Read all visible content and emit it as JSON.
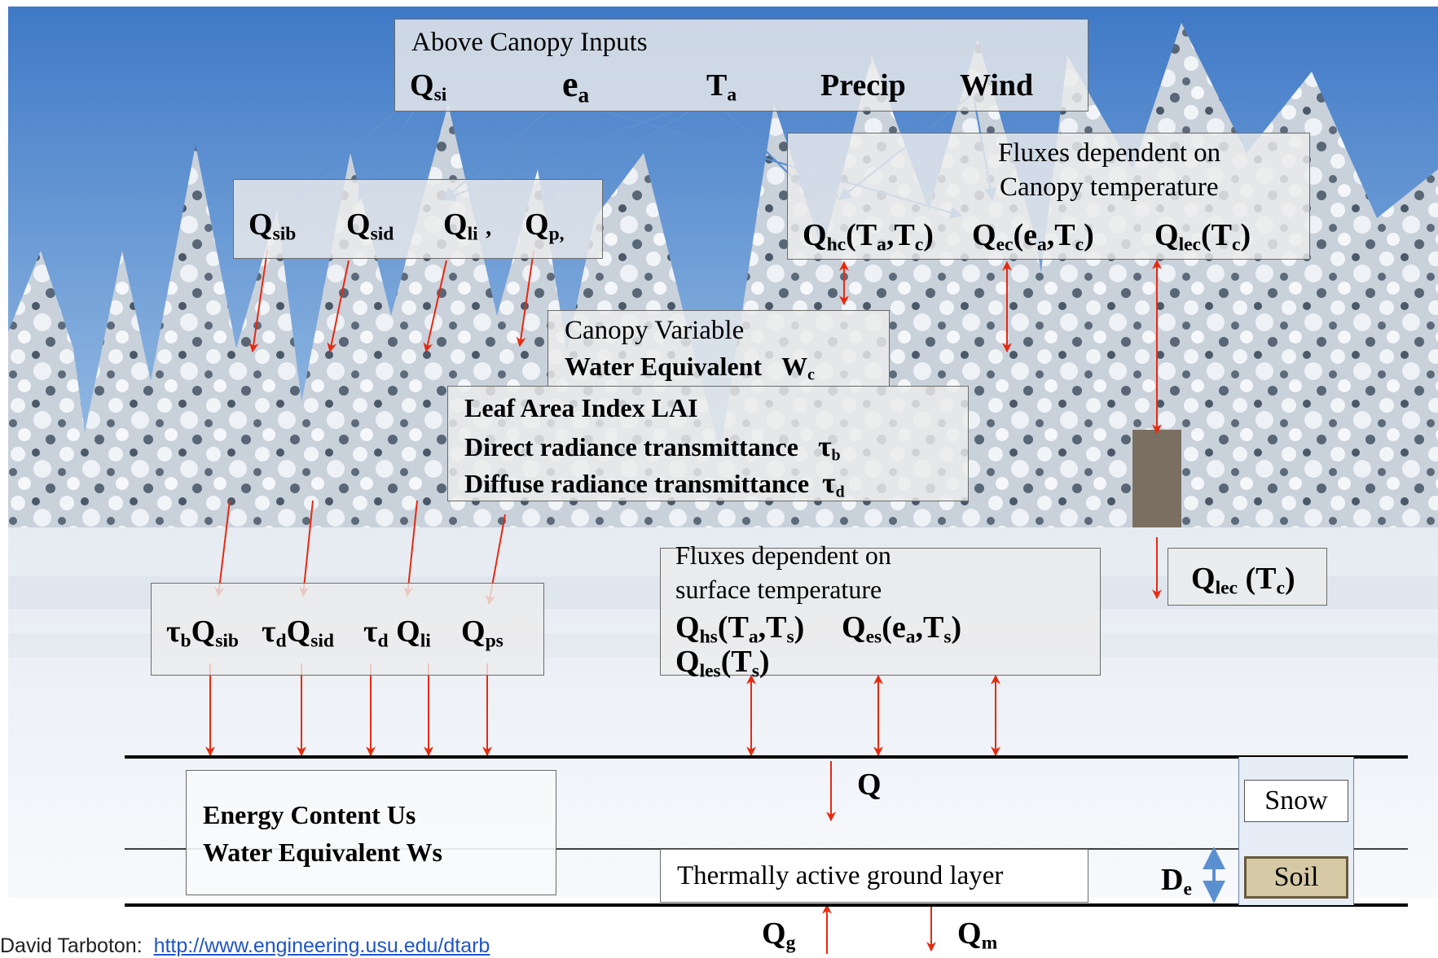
{
  "above_canopy": {
    "title": "Above Canopy Inputs",
    "q_si": "Q",
    "q_si_sub": "si",
    "e_a": "e",
    "e_a_sub": "a",
    "t_a": "T",
    "t_a_sub": "a",
    "precip": "Precip",
    "wind": "Wind"
  },
  "canopy_fluxes": {
    "q_sib": "Q",
    "q_sib_sub": "sib",
    "q_sid": "Q",
    "q_sid_sub": "sid",
    "q_li": "Q",
    "q_li_sub": "li",
    "q_li_sep": ",",
    "q_p": "Q",
    "q_p_sub": "p,"
  },
  "canopy_temp_fluxes": {
    "line1": "Fluxes dependent on",
    "line2": "Canopy temperature",
    "q_hc": "Q",
    "q_hc_sub": "hc",
    "q_hc_args_open": "(T",
    "q_hc_arg1_sub": "a",
    "q_hc_comma": ",T",
    "q_hc_arg2_sub": "c",
    "q_hc_close": ")",
    "q_ec": "Q",
    "q_ec_sub": "ec",
    "q_ec_args_open": "(e",
    "q_ec_arg1_sub": "a",
    "q_ec_comma": ",T",
    "q_ec_arg2_sub": "c",
    "q_ec_close": ")",
    "q_lec": "Q",
    "q_lec_sub": "lec",
    "q_lec_open": "(T",
    "q_lec_arg_sub": "c",
    "q_lec_close": ")"
  },
  "canopy_variable": {
    "line1": "Canopy Variable",
    "line2": "Water Equivalent",
    "w": "W",
    "w_sub": "c"
  },
  "canopy_params": {
    "lai": "Leaf Area Index  LAI",
    "direct": "Direct radiance transmittance",
    "tau_b": "τ",
    "tau_b_sub": "b",
    "diffuse": "Diffuse  radiance transmittance",
    "tau_d": "τ",
    "tau_d_sub": "d"
  },
  "below_canopy": {
    "t1": "τ",
    "t1_sub": "b",
    "q1": "Q",
    "q1_sub": "sib",
    "t2": "τ",
    "t2_sub": "d",
    "q2": "Q",
    "q2_sub": "sid",
    "t3": "τ",
    "t3_sub": "d",
    "q3": "Q",
    "q3_sub": "li",
    "q4": "Q",
    "q4_sub": "ps"
  },
  "surface_fluxes": {
    "line1": "Fluxes dependent on",
    "line2": "surface temperature",
    "q_hs": "Q",
    "q_hs_sub": "hs",
    "q_hs_open": "(T",
    "q_hs_a1": "a",
    "q_hs_c": ",T",
    "q_hs_a2": "s",
    "q_hs_close": ")",
    "q_es": "Q",
    "q_es_sub": "es",
    "q_es_open": "(e",
    "q_es_a1": "a",
    "q_es_c": ",T",
    "q_es_a2": "s",
    "q_es_close": ")",
    "q_les": "Q",
    "q_les_sub": "les",
    "q_les_open": "(T",
    "q_les_a": "s",
    "q_les_close": ")"
  },
  "q_lec_ground": {
    "q": "Q",
    "sub": "lec",
    "open": " (T",
    "arg": "c",
    "close": ")"
  },
  "snowpack": {
    "line1": "Energy Content   Us",
    "line2": "Water Equivalent    Ws"
  },
  "q_label": "Q",
  "ground_layer": "Thermally active ground  layer",
  "legend": {
    "snow": "Snow",
    "soil": "Soil",
    "de": "D",
    "de_sub": "e"
  },
  "q_g": "Q",
  "q_g_sub": "g",
  "q_m": "Q",
  "q_m_sub": "m",
  "credit": {
    "text": "David Tarboton:",
    "link": "http://www.engineering.usu.edu/dtarb"
  },
  "colors": {
    "blue_arrow": "#5a8fd0",
    "red_arrow": "#e62a10",
    "soil": "#d6c9a6"
  }
}
